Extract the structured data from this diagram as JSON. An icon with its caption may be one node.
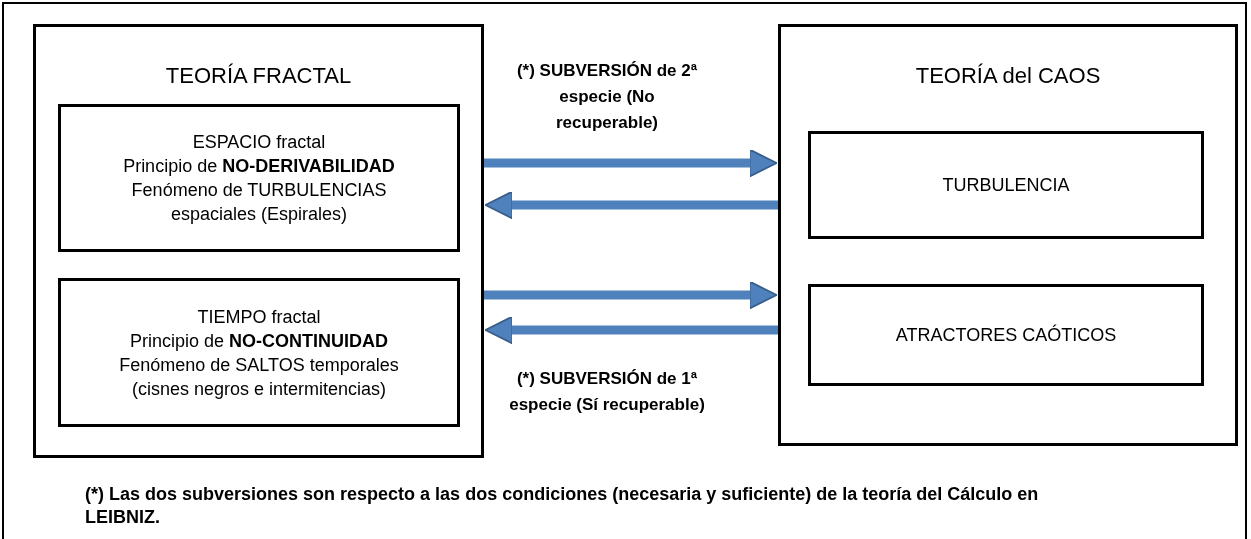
{
  "diagram": {
    "nodes": [
      {
        "text": [
          "TEORÍA FRACTAL"
        ]
      },
      {
        "text": [
          "ESPACIO fractal",
          "Principio de **NO-DERIVABILIDAD**",
          "Fenómeno de TURBULENCIAS espaciales (Espirales)"
        ],
        "in": 0
      },
      {
        "text": [
          "TIEMPO fractal",
          "Principio de **NO-CONTINUIDAD**",
          "Fenómeno de SALTOS temporales (cisnes negros e intermitencias)"
        ],
        "in": 0
      },
      {
        "text": [
          "TEORÍA del CAOS"
        ]
      },
      {
        "text": [
          "TURBULENCIA"
        ],
        "in": 3
      },
      {
        "text": [
          "ATRACTORES CAÓTICOS"
        ],
        "in": 3
      }
    ],
    "edges": [
      {
        "from": 0,
        "to": 3,
        "arrow": "to"
      },
      {
        "from": 3,
        "to": 0,
        "arrow": "to"
      },
      {
        "from": 0,
        "to": 3,
        "arrow": "to"
      },
      {
        "from": 3,
        "to": 0,
        "arrow": "to"
      }
    ],
    "labels": [
      "(*) SUBVERSIÓN de 2ª especie (No recuperable)",
      "(*) SUBVERSIÓN de 1ª especie (Sí recuperable)",
      "(*) Las dos subversiones son respecto a las dos condiciones (necesaria y suficiente) de la teoría del Cálculo en LEIBNIZ."
    ]
  }
}
